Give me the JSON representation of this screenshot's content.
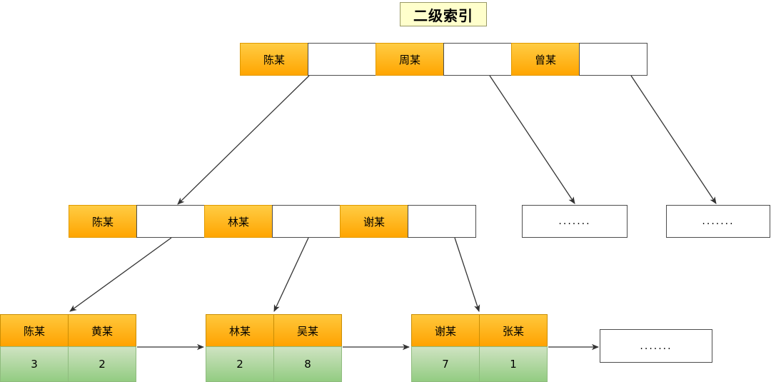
{
  "title": {
    "text": "二级索引"
  },
  "colors": {
    "key_cell": "#ffa500",
    "pointer_cell": "#ffffff",
    "value_cell": "#93cc82",
    "title_bg": "#ffffcc",
    "title_border": "#999966",
    "line": "#333333"
  },
  "root_node": {
    "name": "root-index-node",
    "cells": [
      {
        "type": "key",
        "label": "陈某"
      },
      {
        "type": "pointer",
        "label": ""
      },
      {
        "type": "key",
        "label": "周某"
      },
      {
        "type": "pointer",
        "label": ""
      },
      {
        "type": "key",
        "label": "曾某"
      },
      {
        "type": "pointer",
        "label": ""
      }
    ]
  },
  "middle_node": {
    "name": "middle-index-node",
    "cells": [
      {
        "type": "key",
        "label": "陈某"
      },
      {
        "type": "pointer",
        "label": ""
      },
      {
        "type": "key",
        "label": "林某"
      },
      {
        "type": "pointer",
        "label": ""
      },
      {
        "type": "key",
        "label": "谢某"
      },
      {
        "type": "pointer",
        "label": ""
      }
    ]
  },
  "middle_placeholders": [
    {
      "name": "middle-placeholder-1",
      "label": "......."
    },
    {
      "name": "middle-placeholder-2",
      "label": "......."
    }
  ],
  "leaf_nodes": [
    {
      "name": "leaf-node-1",
      "keys": [
        "陈某",
        "黄某"
      ],
      "values": [
        "3",
        "2"
      ]
    },
    {
      "name": "leaf-node-2",
      "keys": [
        "林某",
        "吴某"
      ],
      "values": [
        "2",
        "8"
      ]
    },
    {
      "name": "leaf-node-3",
      "keys": [
        "谢某",
        "张某"
      ],
      "values": [
        "7",
        "1"
      ]
    }
  ],
  "leaf_placeholder": {
    "name": "leaf-placeholder",
    "label": "......."
  }
}
